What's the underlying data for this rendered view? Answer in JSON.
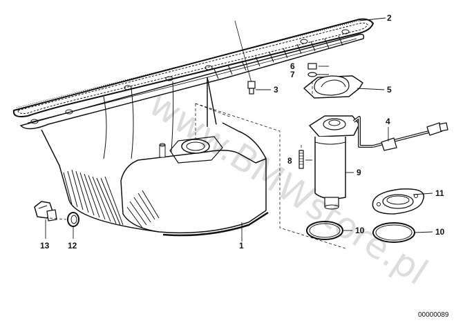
{
  "callouts": {
    "c1": "1",
    "c2": "2",
    "c3": "3",
    "c4": "4",
    "c5": "5",
    "c6": "6",
    "c7": "7",
    "c8": "8",
    "c9": "9",
    "c10a": "10",
    "c10b": "10",
    "c11": "11",
    "c12": "12",
    "c13": "13"
  },
  "watermark": "www.BMWstore.pl",
  "document_number": "00000089",
  "colors": {
    "ink": "#111111",
    "background": "#ffffff"
  }
}
